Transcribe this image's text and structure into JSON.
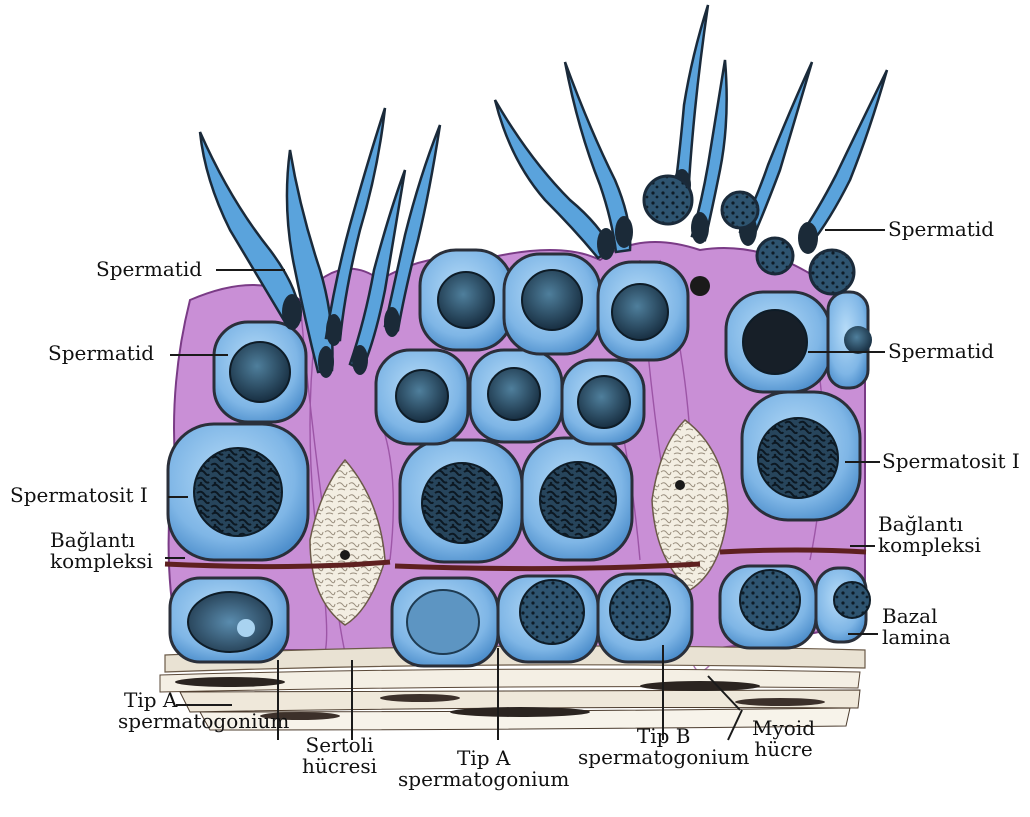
{
  "labels": {
    "spermatid_top_left": "Spermatid",
    "spermatid_mid_left": "Spermatid",
    "spermatid_top_right": "Spermatid",
    "spermatid_mid_right": "Spermatid",
    "spermatosit_left": "Spermatosit I",
    "spermatosit_right": "Spermatosit I",
    "baglanti_left_1": "Bağlantı",
    "baglanti_left_2": "kompleksi",
    "baglanti_right_1": "Bağlantı",
    "baglanti_right_2": "kompleksi",
    "bazal_1": "Bazal",
    "bazal_2": "lamina",
    "tip_a_left_1": "Tip A",
    "tip_a_left_2": "spermatogonium",
    "sertoli_1": "Sertoli",
    "sertoli_2": "hücresi",
    "tip_a_mid_1": "Tip A",
    "tip_a_mid_2": "spermatogonium",
    "tip_b_1": "Tip B",
    "tip_b_2": "spermatogonium",
    "myoid_1": "Myoid",
    "myoid_2": "hücre"
  },
  "colors": {
    "cell_blue": "#7fb6e6",
    "cell_outline": "#2a2f3a",
    "sertoli_magenta": "#c98fd6",
    "nucleus_dark": "#1f3f57",
    "nucleus_pale": "#f2ece0"
  }
}
